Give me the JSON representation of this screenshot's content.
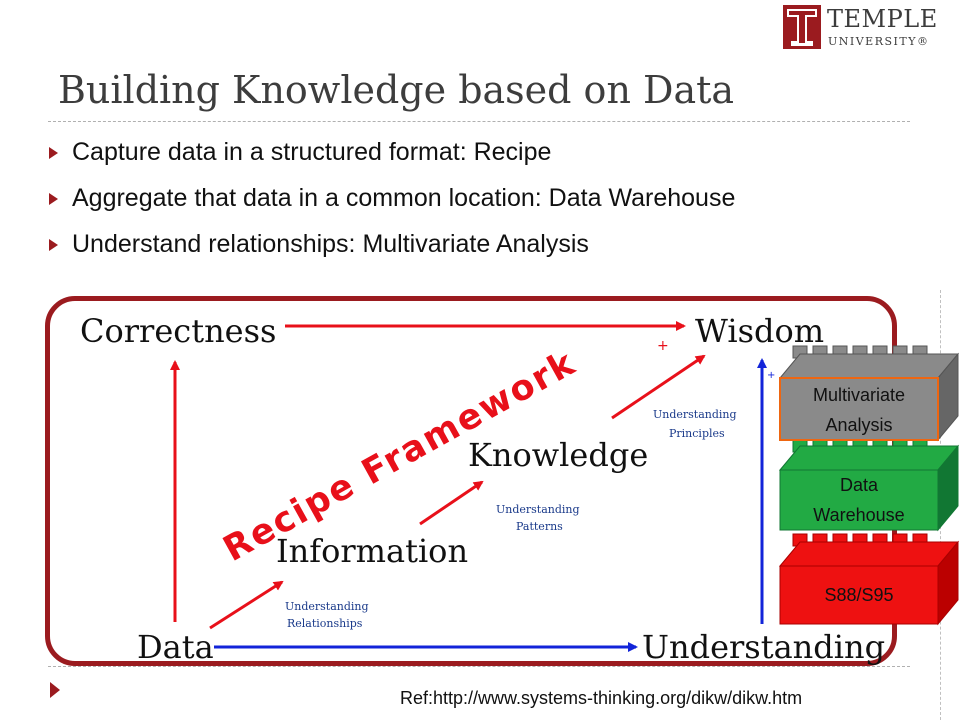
{
  "logo": {
    "line1": "TEMPLE",
    "line2": "UNIVERSITY®"
  },
  "title": "Building Knowledge based on Data",
  "bullets": [
    "Capture data in a structured format: Recipe",
    "Aggregate that data in a common location: Data Warehouse",
    "Understand relationships: Multivariate Analysis"
  ],
  "diagram": {
    "nodes": {
      "correctness": "Correctness",
      "wisdom": "Wisdom",
      "knowledge": "Knowledge",
      "information": "Information",
      "data": "Data",
      "understanding": "Understanding"
    },
    "edges": {
      "relationships": [
        "Understanding",
        "Relationships"
      ],
      "patterns": [
        "Understanding",
        "Patterns"
      ],
      "principles": [
        "Understanding",
        "Principles"
      ]
    },
    "plus_mark": "+",
    "recipe_framework": "Recipe Framework",
    "blocks": {
      "multivariate": [
        "Multivariate",
        "Analysis"
      ],
      "warehouse": [
        "Data",
        "Warehouse"
      ],
      "s88": "S88/S95"
    },
    "colors": {
      "red_arrow": "#e8101a",
      "blue_arrow": "#1224d9",
      "frame": "#9b1b1f",
      "block_red": "#ee1111",
      "block_green": "#22aa44",
      "block_gray": "#8a8a8a"
    }
  },
  "reference": "Ref:http://www.systems-thinking.org/dikw/dikw.htm"
}
